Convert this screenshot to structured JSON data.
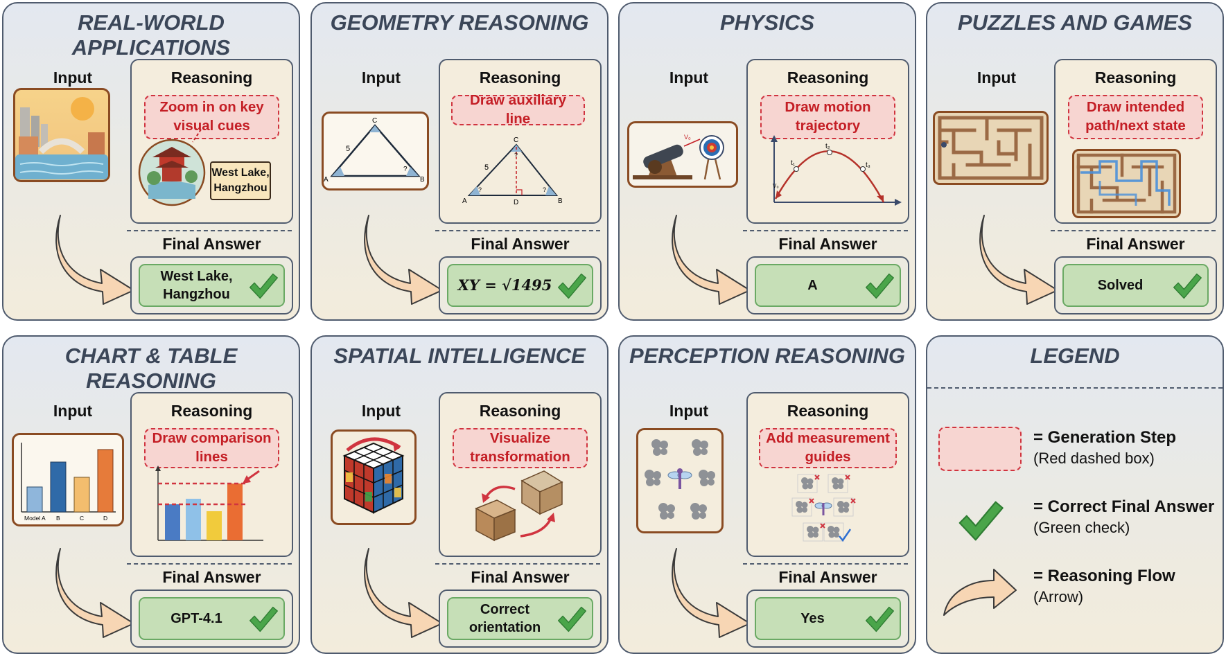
{
  "common": {
    "input": "Input",
    "reasoning": "Reasoning",
    "final": "Final Answer"
  },
  "panels": [
    {
      "title": "REAL-WORLD APPLICATIONS",
      "gen": "Zoom in on key visual cues",
      "answer": "West Lake, Hangzhou",
      "callout": "West Lake, Hangzhou"
    },
    {
      "title": "GEOMETRY REASONING",
      "gen": "Draw auxiliary line",
      "answer": "XY = √1495",
      "labels": {
        "a": "A",
        "b": "B",
        "c": "C",
        "d": "D",
        "side": "5",
        "q": "?"
      }
    },
    {
      "title": "PHYSICS",
      "gen": "Draw motion trajectory",
      "answer": "A",
      "labels": {
        "v0": "V₀",
        "t1": "t₁",
        "t2": "t₂",
        "t3": "t₃"
      }
    },
    {
      "title": "PUZZLES AND GAMES",
      "gen": "Draw intended path/next state",
      "answer": "Solved"
    },
    {
      "title": "CHART & TABLE REASONING",
      "gen": "Draw comparison lines",
      "answer": "GPT-4.1",
      "labels": {
        "a": "Model A",
        "b": "B",
        "c": "C",
        "d": "D"
      }
    },
    {
      "title": "SPATIAL INTELLIGENCE",
      "gen": "Visualize transformation",
      "answer": "Correct orientation"
    },
    {
      "title": "PERCEPTION REASONING",
      "gen": "Add measurement guides",
      "answer": "Yes"
    }
  ],
  "legend": {
    "title": "LEGEND",
    "items": [
      {
        "title": "= Generation Step",
        "desc": "(Red dashed box)"
      },
      {
        "title": "= Correct Final Answer",
        "desc": "(Green check)"
      },
      {
        "title": "= Reasoning Flow",
        "desc": "(Arrow)"
      }
    ]
  },
  "colors": {
    "border": "#4f5b6e",
    "gen_red": "#c41e25",
    "answer_green": "#c6dfb7",
    "check": "#4aa54a",
    "arrow_fill": "#f7d6b4"
  }
}
